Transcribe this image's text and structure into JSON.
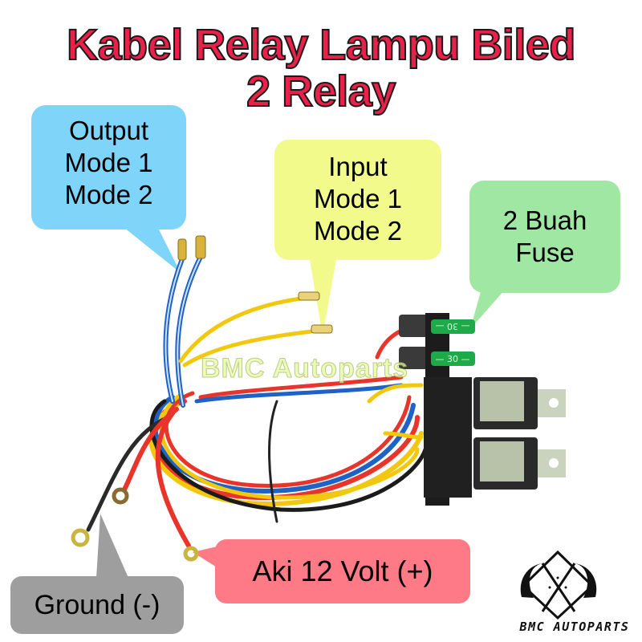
{
  "title": {
    "line1": "Kabel Relay Lampu Biled",
    "line2": "2 Relay",
    "color": "#e8204a"
  },
  "callouts": {
    "output": {
      "lines": [
        "Output",
        "Mode 1",
        "Mode 2"
      ],
      "color": "#7fd4f9"
    },
    "input": {
      "lines": [
        "Input",
        "Mode 1",
        "Mode 2"
      ],
      "color": "#f1fa8a"
    },
    "fuse": {
      "lines": [
        "2 Buah",
        "Fuse"
      ],
      "color": "#9fe7a2"
    },
    "aki": {
      "label": "Aki 12 Volt (+)",
      "color": "#fd7a86"
    },
    "ground": {
      "label": "Ground (-)",
      "color": "#9e9e9e"
    }
  },
  "fuses": [
    {
      "rating": "30",
      "color": "#1faa4a"
    },
    {
      "rating": "30",
      "color": "#1faa4a"
    }
  ],
  "relay_count": 2,
  "watermark": "BMC Autoparts",
  "brand": {
    "name": "BMC AUTOPARTS",
    "logo_icon": "checkered-flags-icon"
  }
}
